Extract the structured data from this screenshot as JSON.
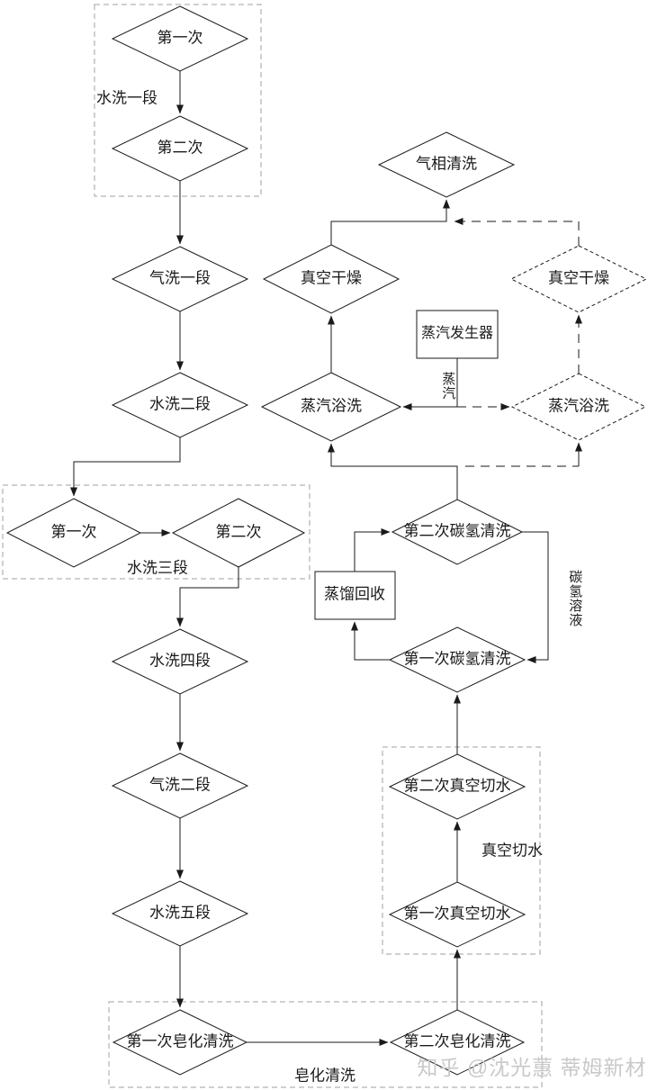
{
  "diagram": {
    "title_hint": "cleaning process flowchart",
    "colors": {
      "line": "#1a1a1a",
      "background": "#ffffff",
      "group_box": "#a0a0a0",
      "watermark": "#c9c9c9"
    },
    "nodes": {
      "wash1_first": {
        "label": "第一次",
        "shape": "diamond"
      },
      "wash1_second": {
        "label": "第二次",
        "shape": "diamond"
      },
      "gas_wash1": {
        "label": "气洗一段",
        "shape": "diamond"
      },
      "wash2": {
        "label": "水洗二段",
        "shape": "diamond"
      },
      "wash3_first": {
        "label": "第一次",
        "shape": "diamond"
      },
      "wash3_second": {
        "label": "第二次",
        "shape": "diamond"
      },
      "wash4": {
        "label": "水洗四段",
        "shape": "diamond"
      },
      "gas_wash2": {
        "label": "气洗二段",
        "shape": "diamond"
      },
      "wash5": {
        "label": "水洗五段",
        "shape": "diamond"
      },
      "saponify_first": {
        "label": "第一次皂化清洗",
        "shape": "diamond"
      },
      "saponify_second": {
        "label": "第二次皂化清洗",
        "shape": "diamond"
      },
      "vac_cut_first": {
        "label": "第一次真空切水",
        "shape": "diamond"
      },
      "vac_cut_second": {
        "label": "第二次真空切水",
        "shape": "diamond"
      },
      "hc_first": {
        "label": "第一次碳氢清洗",
        "shape": "diamond"
      },
      "hc_second": {
        "label": "第二次碳氢清洗",
        "shape": "diamond"
      },
      "distill": {
        "label": "蒸馏回收",
        "shape": "rect"
      },
      "steam_gen": {
        "label": "蒸汽发生器",
        "shape": "rect"
      },
      "steam_bath": {
        "label": "蒸汽浴洗",
        "shape": "diamond"
      },
      "steam_bath_alt": {
        "label": "蒸汽浴洗",
        "shape": "diamond-dashed"
      },
      "vac_dry": {
        "label": "真空干燥",
        "shape": "diamond"
      },
      "vac_dry_alt": {
        "label": "真空干燥",
        "shape": "diamond-dashed"
      },
      "vapor_clean": {
        "label": "气相清洗",
        "shape": "diamond"
      }
    },
    "group_labels": {
      "wash1": "水洗一段",
      "wash3": "水洗三段",
      "vacuum_cut": "真空切水",
      "saponify": "皂化清洗"
    },
    "edge_labels": {
      "steam": "蒸汽",
      "hc_solution": "碳氢溶液"
    },
    "watermark": "知乎 @沈光蕙 蒂姆新材"
  }
}
